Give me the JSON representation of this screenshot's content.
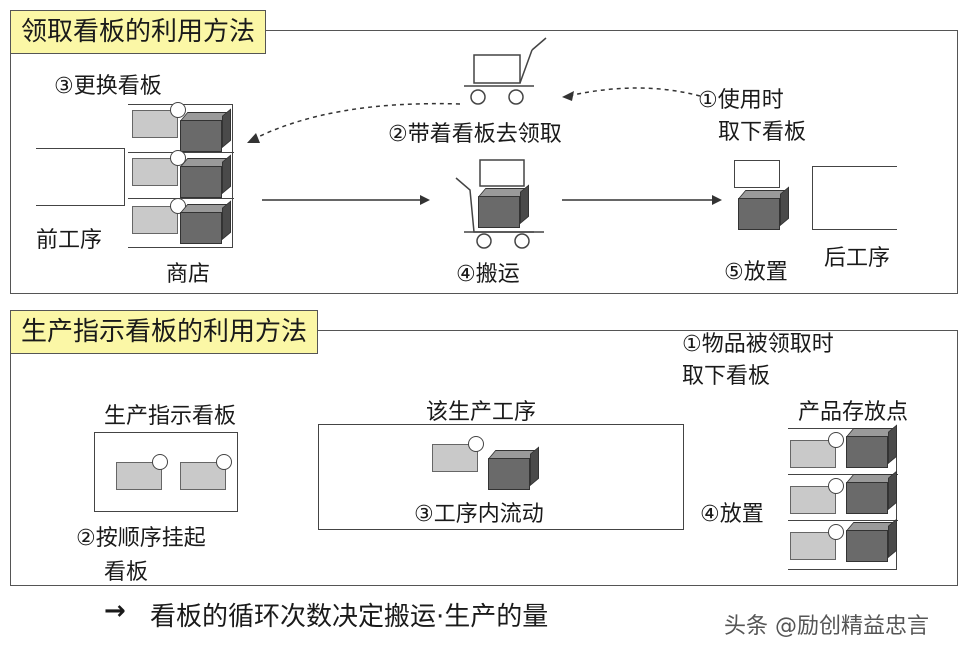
{
  "top_panel": {
    "title": "领取看板的利用方法",
    "step1": "①使用时",
    "step1b": "取下看板",
    "step2": "②带着看板去领取",
    "step3": "③更换看板",
    "step4": "④搬运",
    "step5": "⑤放置",
    "prev_process": "前工序",
    "store": "商店",
    "next_process": "后工序"
  },
  "bottom_panel": {
    "title": "生产指示看板的利用方法",
    "step1": "①物品被领取时",
    "step1b": "取下看板",
    "kanban_label": "生产指示看板",
    "process_label": "该生产工序",
    "step2": "②按顺序挂起",
    "step2b": "看板",
    "step3": "③工序内流动",
    "step4": "④放置",
    "product_point": "产品存放点"
  },
  "footer": {
    "arrow": "→",
    "text": "看板的循环次数决定搬运·生产的量"
  },
  "watermark": "头条 @励创精益忠言",
  "colors": {
    "title_bg": "#fbf7a6",
    "border": "#555555",
    "box": "#6a6a6a",
    "card": "#c9c9c9"
  }
}
